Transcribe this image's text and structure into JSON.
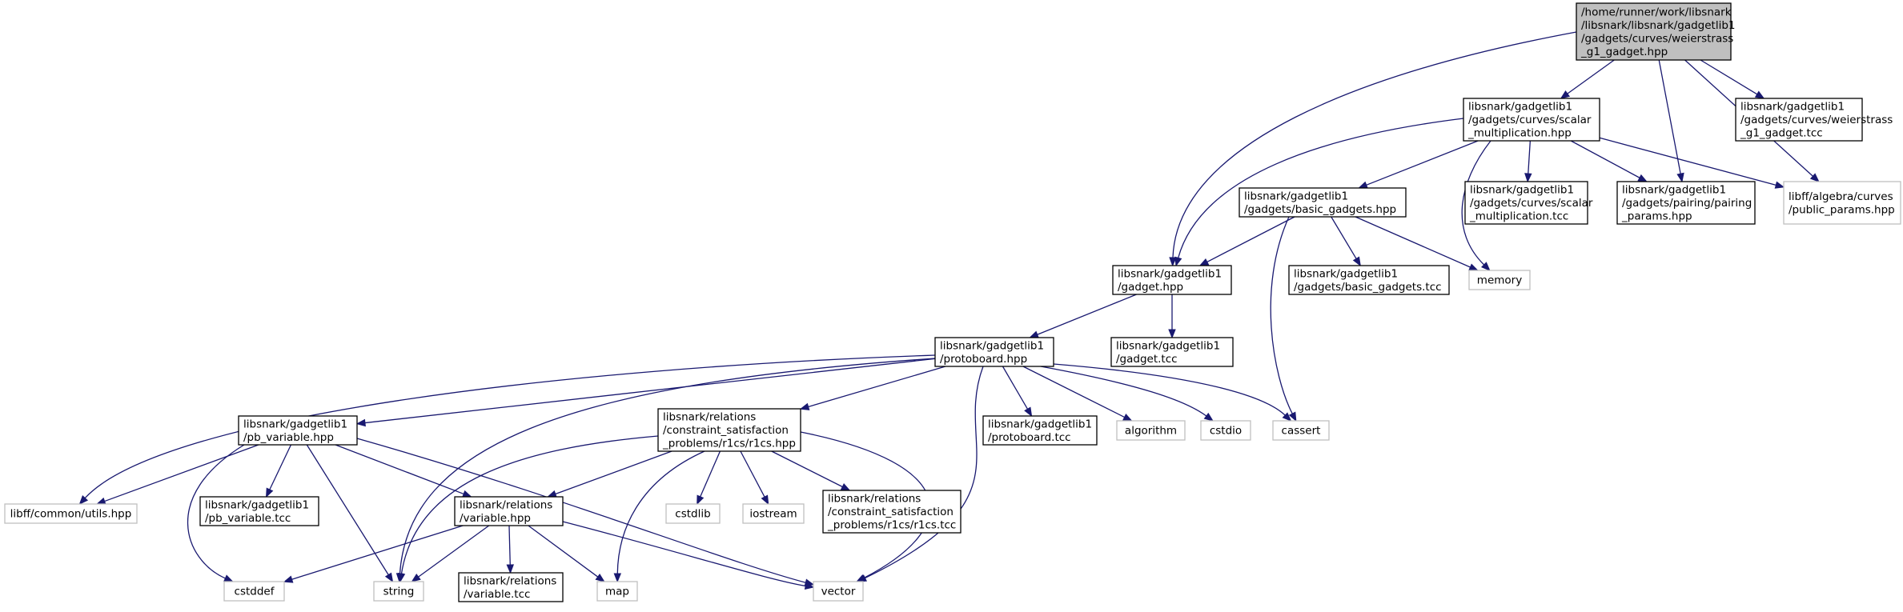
{
  "diagram": {
    "type": "include-dependency-graph",
    "nodes": [
      {
        "id": "root",
        "kind": "root",
        "lines": [
          "/home/runner/work/libsnark",
          "/libsnark/libsnark/gadgetlib1",
          "/gadgets/curves/weierstrass",
          "_g1_gadget.hpp"
        ]
      },
      {
        "id": "scalar_mult_hpp",
        "kind": "local",
        "lines": [
          "libsnark/gadgetlib1",
          "/gadgets/curves/scalar",
          "_multiplication.hpp"
        ]
      },
      {
        "id": "weier_tcc",
        "kind": "local",
        "lines": [
          "libsnark/gadgetlib1",
          "/gadgets/curves/weierstrass",
          "_g1_gadget.tcc"
        ]
      },
      {
        "id": "basic_gadgets_hpp",
        "kind": "local",
        "lines": [
          "libsnark/gadgetlib1",
          "/gadgets/basic_gadgets.hpp"
        ]
      },
      {
        "id": "scalar_mult_tcc",
        "kind": "local",
        "lines": [
          "libsnark/gadgetlib1",
          "/gadgets/curves/scalar",
          "_multiplication.tcc"
        ]
      },
      {
        "id": "pairing_params",
        "kind": "local",
        "lines": [
          "libsnark/gadgetlib1",
          "/gadgets/pairing/pairing",
          "_params.hpp"
        ]
      },
      {
        "id": "public_params",
        "kind": "ext",
        "lines": [
          "libff/algebra/curves",
          "/public_params.hpp"
        ]
      },
      {
        "id": "gadget_hpp",
        "kind": "local",
        "lines": [
          "libsnark/gadgetlib1",
          "/gadget.hpp"
        ]
      },
      {
        "id": "basic_gadgets_tcc",
        "kind": "local",
        "lines": [
          "libsnark/gadgetlib1",
          "/gadgets/basic_gadgets.tcc"
        ]
      },
      {
        "id": "memory",
        "kind": "ext",
        "lines": [
          "memory"
        ]
      },
      {
        "id": "protoboard_hpp",
        "kind": "local",
        "lines": [
          "libsnark/gadgetlib1",
          "/protoboard.hpp"
        ]
      },
      {
        "id": "gadget_tcc",
        "kind": "local",
        "lines": [
          "libsnark/gadgetlib1",
          "/gadget.tcc"
        ]
      },
      {
        "id": "pb_variable_hpp",
        "kind": "local",
        "lines": [
          "libsnark/gadgetlib1",
          "/pb_variable.hpp"
        ]
      },
      {
        "id": "r1cs_hpp",
        "kind": "local",
        "lines": [
          "libsnark/relations",
          "/constraint_satisfaction",
          "_problems/r1cs/r1cs.hpp"
        ]
      },
      {
        "id": "protoboard_tcc",
        "kind": "local",
        "lines": [
          "libsnark/gadgetlib1",
          "/protoboard.tcc"
        ]
      },
      {
        "id": "algorithm",
        "kind": "ext",
        "lines": [
          "algorithm"
        ]
      },
      {
        "id": "cstdio",
        "kind": "ext",
        "lines": [
          "cstdio"
        ]
      },
      {
        "id": "cassert",
        "kind": "ext",
        "lines": [
          "cassert"
        ]
      },
      {
        "id": "utils_hpp",
        "kind": "ext",
        "lines": [
          "libff/common/utils.hpp"
        ]
      },
      {
        "id": "pb_variable_tcc",
        "kind": "local",
        "lines": [
          "libsnark/gadgetlib1",
          "/pb_variable.tcc"
        ]
      },
      {
        "id": "variable_hpp",
        "kind": "local",
        "lines": [
          "libsnark/relations",
          "/variable.hpp"
        ]
      },
      {
        "id": "cstdlib",
        "kind": "ext",
        "lines": [
          "cstdlib"
        ]
      },
      {
        "id": "iostream",
        "kind": "ext",
        "lines": [
          "iostream"
        ]
      },
      {
        "id": "r1cs_tcc",
        "kind": "local",
        "lines": [
          "libsnark/relations",
          "/constraint_satisfaction",
          "_problems/r1cs/r1cs.tcc"
        ]
      },
      {
        "id": "cstddef",
        "kind": "ext",
        "lines": [
          "cstddef"
        ]
      },
      {
        "id": "string",
        "kind": "ext",
        "lines": [
          "string"
        ]
      },
      {
        "id": "variable_tcc",
        "kind": "local",
        "lines": [
          "libsnark/relations",
          "/variable.tcc"
        ]
      },
      {
        "id": "map",
        "kind": "ext",
        "lines": [
          "map"
        ]
      },
      {
        "id": "vector",
        "kind": "ext",
        "lines": [
          "vector"
        ]
      }
    ],
    "edges": [
      {
        "from": "root",
        "to": "scalar_mult_hpp"
      },
      {
        "from": "root",
        "to": "weier_tcc"
      },
      {
        "from": "root",
        "to": "gadget_hpp"
      },
      {
        "from": "root",
        "to": "pairing_params"
      },
      {
        "from": "root",
        "to": "public_params"
      },
      {
        "from": "scalar_mult_hpp",
        "to": "basic_gadgets_hpp"
      },
      {
        "from": "scalar_mult_hpp",
        "to": "scalar_mult_tcc"
      },
      {
        "from": "scalar_mult_hpp",
        "to": "pairing_params"
      },
      {
        "from": "scalar_mult_hpp",
        "to": "public_params"
      },
      {
        "from": "scalar_mult_hpp",
        "to": "gadget_hpp"
      },
      {
        "from": "scalar_mult_hpp",
        "to": "memory"
      },
      {
        "from": "basic_gadgets_hpp",
        "to": "gadget_hpp"
      },
      {
        "from": "basic_gadgets_hpp",
        "to": "basic_gadgets_tcc"
      },
      {
        "from": "basic_gadgets_hpp",
        "to": "memory"
      },
      {
        "from": "basic_gadgets_hpp",
        "to": "cassert"
      },
      {
        "from": "gadget_hpp",
        "to": "protoboard_hpp"
      },
      {
        "from": "gadget_hpp",
        "to": "gadget_tcc"
      },
      {
        "from": "protoboard_hpp",
        "to": "pb_variable_hpp"
      },
      {
        "from": "protoboard_hpp",
        "to": "r1cs_hpp"
      },
      {
        "from": "protoboard_hpp",
        "to": "protoboard_tcc"
      },
      {
        "from": "protoboard_hpp",
        "to": "algorithm"
      },
      {
        "from": "protoboard_hpp",
        "to": "cstdio"
      },
      {
        "from": "protoboard_hpp",
        "to": "cassert"
      },
      {
        "from": "protoboard_hpp",
        "to": "utils_hpp"
      },
      {
        "from": "protoboard_hpp",
        "to": "string"
      },
      {
        "from": "protoboard_hpp",
        "to": "vector"
      },
      {
        "from": "pb_variable_hpp",
        "to": "utils_hpp"
      },
      {
        "from": "pb_variable_hpp",
        "to": "pb_variable_tcc"
      },
      {
        "from": "pb_variable_hpp",
        "to": "variable_hpp"
      },
      {
        "from": "pb_variable_hpp",
        "to": "cstddef"
      },
      {
        "from": "pb_variable_hpp",
        "to": "string"
      },
      {
        "from": "pb_variable_hpp",
        "to": "vector"
      },
      {
        "from": "r1cs_hpp",
        "to": "variable_hpp"
      },
      {
        "from": "r1cs_hpp",
        "to": "cstdlib"
      },
      {
        "from": "r1cs_hpp",
        "to": "iostream"
      },
      {
        "from": "r1cs_hpp",
        "to": "r1cs_tcc"
      },
      {
        "from": "r1cs_hpp",
        "to": "map"
      },
      {
        "from": "r1cs_hpp",
        "to": "string"
      },
      {
        "from": "r1cs_hpp",
        "to": "vector"
      },
      {
        "from": "variable_hpp",
        "to": "cstddef"
      },
      {
        "from": "variable_hpp",
        "to": "string"
      },
      {
        "from": "variable_hpp",
        "to": "variable_tcc"
      },
      {
        "from": "variable_hpp",
        "to": "map"
      },
      {
        "from": "variable_hpp",
        "to": "vector"
      }
    ]
  },
  "colors": {
    "edge": "#191970",
    "root_fill": "#bfbfbf",
    "local_border": "#000000",
    "external_border": "#bfbfbf",
    "background": "#ffffff"
  }
}
